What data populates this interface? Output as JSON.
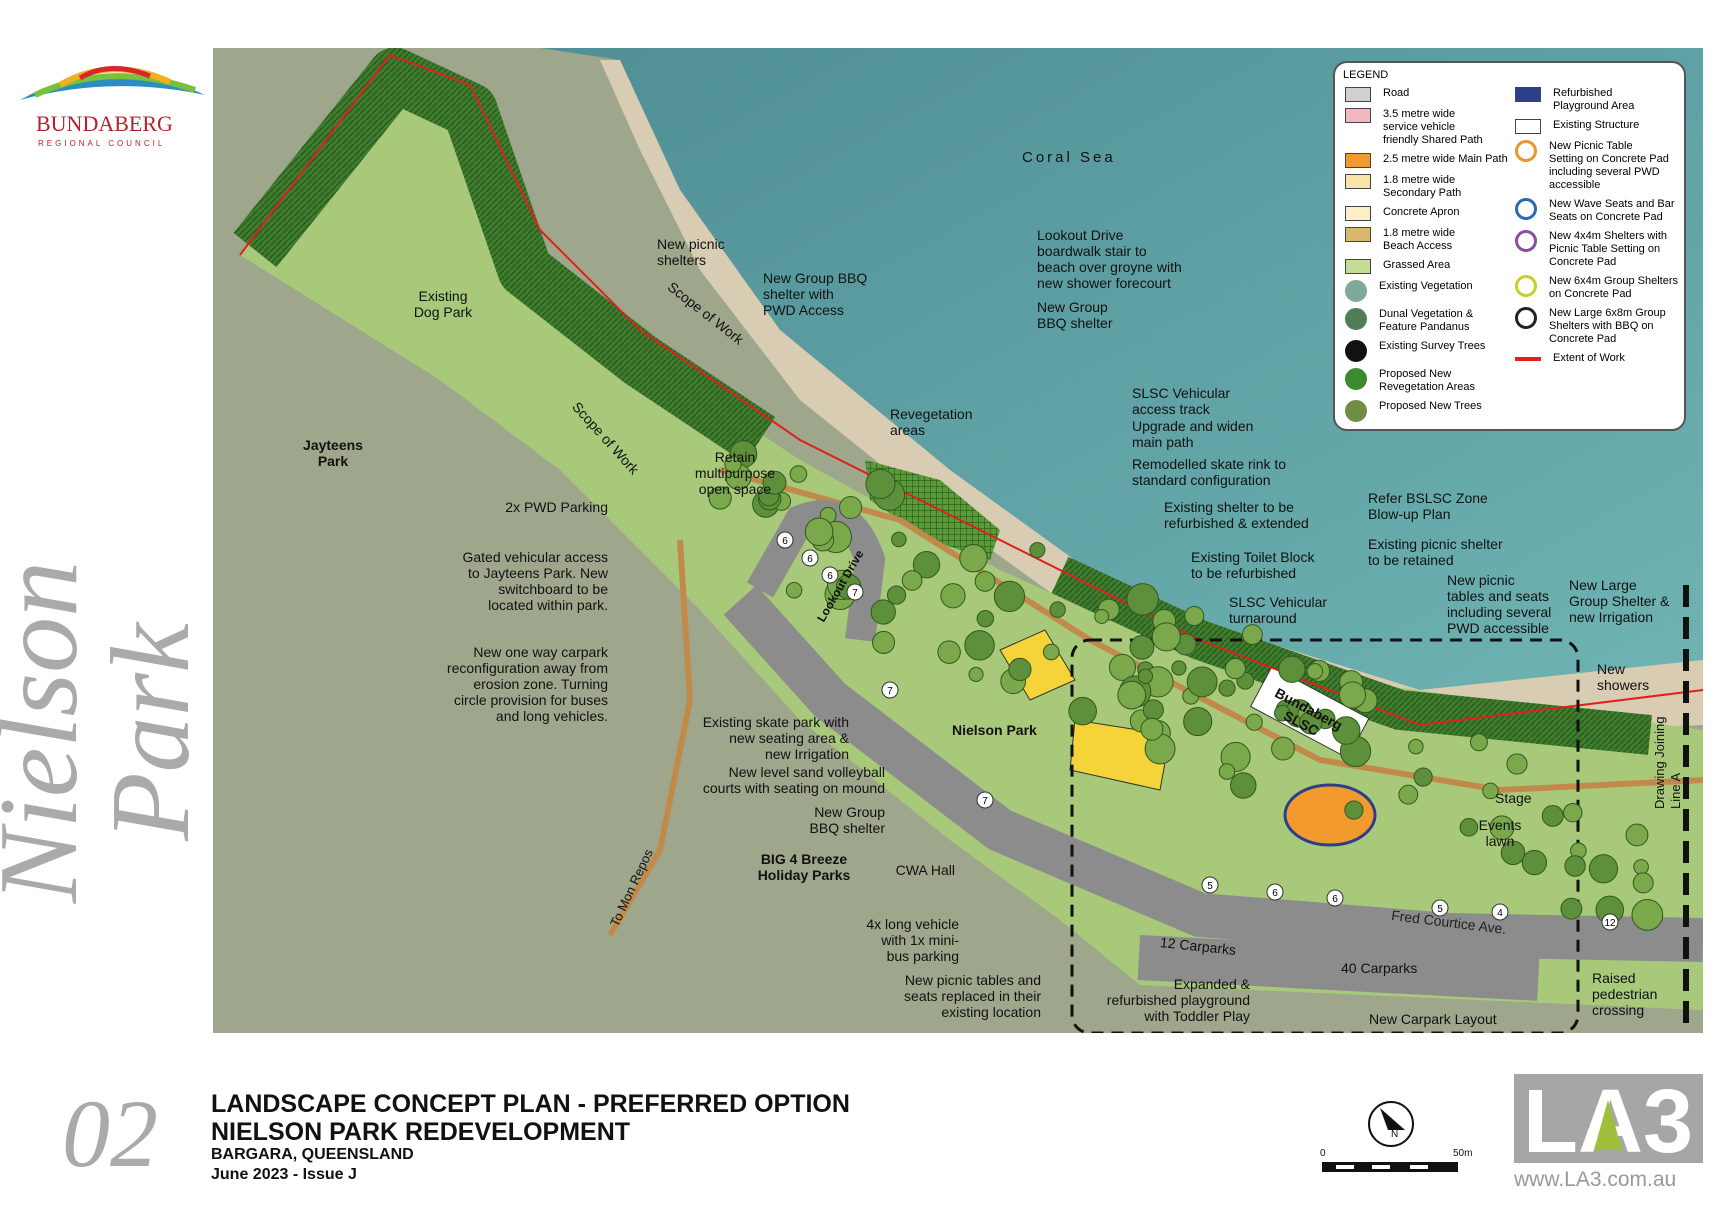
{
  "logo": {
    "name": "BUNDABERG",
    "sub": "REGIONAL COUNCIL"
  },
  "side_title": "Nielson Park",
  "map": {
    "sea_label": "Coral Sea",
    "labels": [
      "New picnic\nshelters",
      "New Group BBQ\nshelter with\nPWD Access",
      "Existing\nDog Park",
      "Scope of Work",
      "Scope of Work",
      "Jayteens\nPark",
      "Lookout Drive\nboardwalk stair to\nbeach over groyne with\nnew shower forecourt",
      "New Group\nBBQ shelter",
      "Revegetation\nareas",
      "SLSC Vehicular\naccess track",
      "Upgrade and widen\nmain path",
      "Remodelled skate rink to\nstandard configuration",
      "Retain\nmultipurpose\nopen space",
      "2x PWD Parking",
      "Gated vehicular access\nto Jayteens Park.  New\nswitchboard to be\nlocated within park.",
      "New one way carpark\nreconfiguration away from\nerosion zone. Turning\ncircle provision for buses\nand long vehicles.",
      "Existing shelter to be\nrefurbished & extended",
      "Refer BSLSC Zone\nBlow-up Plan",
      "Existing picnic shelter\nto be retained",
      "Existing Toilet Block\nto be refurbished",
      "SLSC Vehicular\nturnaround",
      "New picnic\ntables and seats\nincluding several\nPWD accessible",
      "New Large\nGroup Shelter &\nnew Irrigation",
      "New\nshowers",
      "Drawing Joining Line A",
      "Bundaberg\nSLSC",
      "Lookout Drive",
      "Nielson Park",
      "Existing skate park with\nnew seating area &\nnew Irrigation",
      "New level sand volleyball\ncourts with seating on mound",
      "New Group\nBBQ shelter",
      "BIG 4 Breeze\nHoliday Parks",
      "CWA Hall",
      "4x long vehicle\nwith 1x mini-\nbus parking",
      "New picnic tables and\nseats replaced in their\nexisting location",
      "Expanded &\nrefurbished playground\nwith Toddler Play",
      "New Carpark Layout",
      "Raised\npedestrian\ncrossing",
      "12 Carparks",
      "40 Carparks",
      "Fred Courtice Ave.",
      "Stage",
      "Events\nlawn",
      "To Mon Repos"
    ]
  },
  "legend": {
    "title": "LEGEND",
    "left": [
      {
        "label": "Road",
        "icon": "road-swatch",
        "color": "#d0d0d0"
      },
      {
        "label": "3.5 metre wide\nservice vehicle\nfriendly Shared Path",
        "icon": "shared-path-swatch",
        "color": "#f2b8c0"
      },
      {
        "label": "2.5 metre wide Main Path",
        "icon": "main-path-swatch",
        "color": "#f39a2e"
      },
      {
        "label": "1.8 metre wide\nSecondary Path",
        "icon": "secondary-path-swatch",
        "color": "#f8e3a8"
      },
      {
        "label": "Concrete Apron",
        "icon": "concrete-apron-swatch",
        "color": "#fbeec8"
      },
      {
        "label": "1.8 metre wide\nBeach Access",
        "icon": "beach-access-swatch",
        "color": "#d9b870"
      },
      {
        "label": "Grassed Area",
        "icon": "grass-swatch",
        "color": "#c5dc98"
      },
      {
        "label": "Existing Vegetation",
        "icon": "existing-vegetation-icon",
        "color": "#7fa89a"
      },
      {
        "label": "Dunal Vegetation &\nFeature Pandanus",
        "icon": "dunal-vegetation-icon",
        "color": "#4f7d55"
      },
      {
        "label": "Existing Survey Trees",
        "icon": "survey-trees-icon",
        "color": "#111111"
      },
      {
        "label": "Proposed New\nRevegetation Areas",
        "icon": "revegetation-icon",
        "color": "#3e8a2e"
      },
      {
        "label": "Proposed New Trees",
        "icon": "new-trees-icon",
        "color": "#6f8d45"
      }
    ],
    "right": [
      {
        "label": "Refurbished\nPlayground Area",
        "icon": "playground-swatch",
        "color": "#2b3f8c"
      },
      {
        "label": "Existing Structure",
        "icon": "existing-structure-swatch",
        "color": "#ffffff"
      },
      {
        "label": "New Picnic Table\nSetting on Concrete Pad\nincluding several PWD\naccessible",
        "icon": "picnic-table-icon",
        "color": "#e8952f"
      },
      {
        "label": "New Wave Seats and Bar\nSeats on Concrete Pad",
        "icon": "wave-seats-icon",
        "color": "#2a6bb0"
      },
      {
        "label": "New 4x4m Shelters with\nPicnic Table Setting on\nConcrete Pad",
        "icon": "shelter-4x4-icon",
        "color": "#8a4f9a"
      },
      {
        "label": "New 6x4m Group Shelters\non Concrete Pad",
        "icon": "group-shelter-6x4-icon",
        "color": "#c8cf2a"
      },
      {
        "label": "New Large 6x8m Group\nShelters with BBQ on\nConcrete Pad",
        "icon": "large-shelter-bbq-icon",
        "color": "#222222"
      },
      {
        "label": "Extent of Work",
        "icon": "extent-of-work-line",
        "color": "#e0201b"
      }
    ]
  },
  "titleblock": {
    "number": "02",
    "line1": "LANDSCAPE CONCEPT PLAN - PREFERRED OPTION",
    "line2": "NIELSON PARK REDEVELOPMENT",
    "line3": "BARGARA, QUEENSLAND",
    "line4": "June 2023 - Issue J"
  },
  "scale": {
    "start": "0",
    "end": "50m",
    "north": "N"
  },
  "la3": {
    "logo": "LA3",
    "url": "www.LA3.com.au"
  },
  "carpark_numbers": [
    "6",
    "6",
    "6",
    "7",
    "7",
    "7",
    "5",
    "6",
    "6",
    "5",
    "4",
    "12"
  ]
}
